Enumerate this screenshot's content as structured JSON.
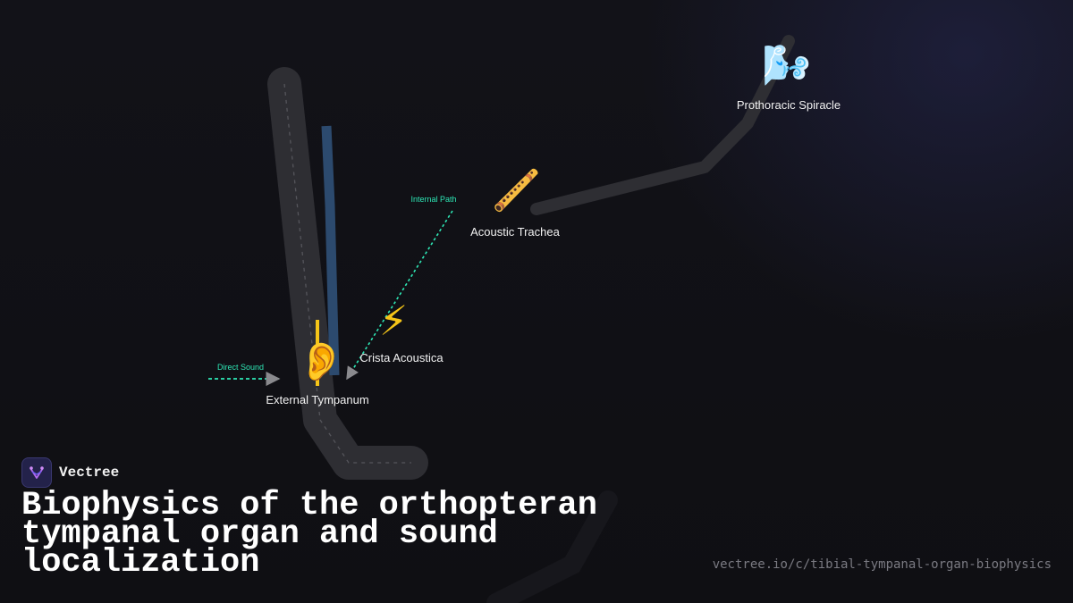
{
  "diagram": {
    "nodes": {
      "spiracle": {
        "label": "Prothoracic Spiracle",
        "icon": "wind-face-icon",
        "glyph": "🌬️"
      },
      "trachea": {
        "label": "Acoustic Trachea",
        "icon": "flute-icon",
        "glyph": "🪈"
      },
      "crista": {
        "label": "Crista Acoustica",
        "icon": "lightning-icon",
        "glyph": "⚡"
      },
      "tympanum": {
        "label": "External Tympanum",
        "icon": "ear-icon",
        "glyph": "👂"
      }
    },
    "paths": {
      "internal": {
        "label": "Internal Path"
      },
      "direct": {
        "label": "Direct Sound"
      }
    }
  },
  "brand": {
    "name": "Vectree",
    "icon": "vectree-logo-icon"
  },
  "title": "Biophysics of the orthopteran tympanal organ and sound localization",
  "url": "vectree.io/c/tibial-tympanal-organ-biophysics",
  "colors": {
    "background": "#121217",
    "accent_teal": "#2ee8b6",
    "leg_gray": "#2e2e33",
    "nerve_blue": "#2c4a6e",
    "ear_yellow": "#f5c518"
  }
}
